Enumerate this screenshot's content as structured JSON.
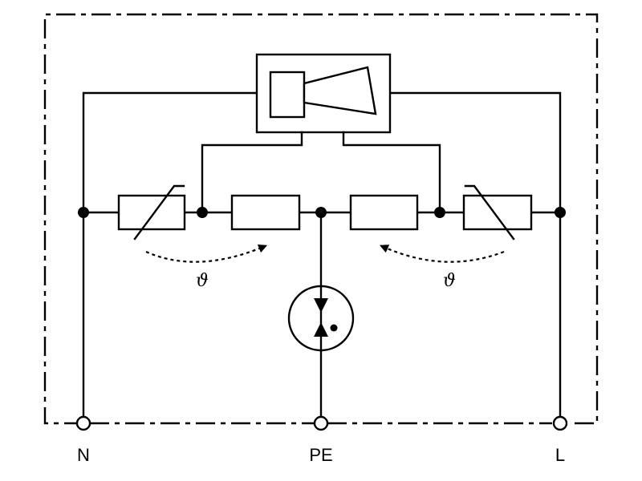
{
  "terminals": {
    "n_label": "N",
    "pe_label": "PE",
    "l_label": "L"
  },
  "thermal_coupling": {
    "left_symbol": "ϑ",
    "right_symbol": "ϑ"
  },
  "icons": {
    "indicator": "indicator-horn-icon",
    "varistor": "varistor-icon",
    "fuse": "thermal-fuse-icon",
    "spark_gap": "spark-gap-icon"
  },
  "colors": {
    "line": "#000000",
    "background": "#ffffff"
  }
}
